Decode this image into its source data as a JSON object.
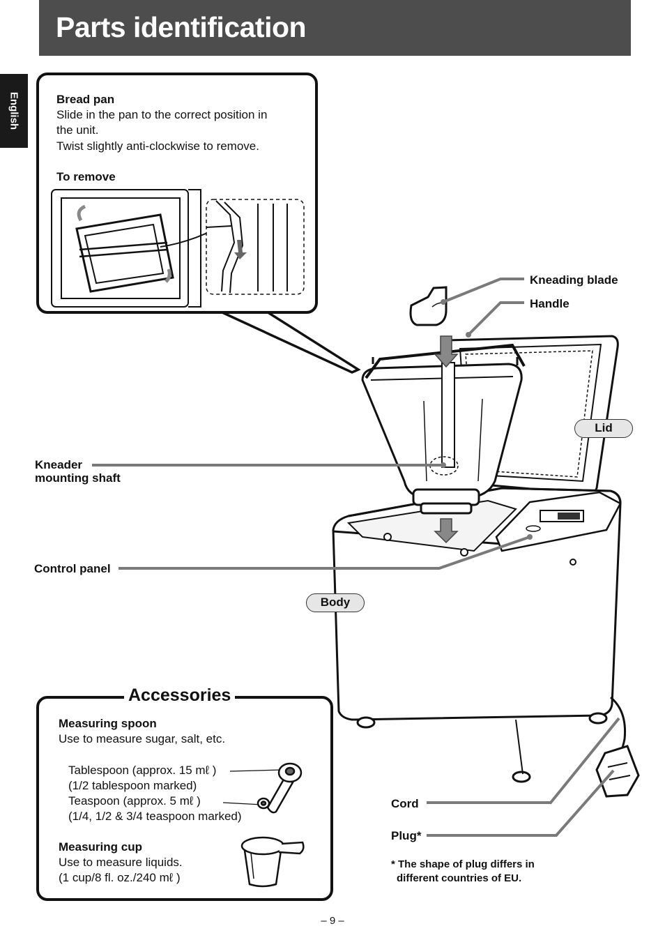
{
  "header": {
    "title": "Parts identification"
  },
  "language_tab": "English",
  "bread_pan_box": {
    "heading": "Bread pan",
    "lines": [
      "Slide in the pan to the correct position in",
      "the unit.",
      "Twist slightly anti-clockwise to remove."
    ],
    "to_remove": "To remove"
  },
  "labels": {
    "kneading_blade": "Kneading blade",
    "handle": "Handle",
    "lid": "Lid",
    "kneader_line1": "Kneader",
    "kneader_line2": "mounting shaft",
    "control_panel": "Control panel",
    "body": "Body",
    "cord": "Cord",
    "plug": "Plug*"
  },
  "plug_note": {
    "line1": "* The shape of plug differs in",
    "line2": "different countries of EU."
  },
  "accessories": {
    "title": "Accessories",
    "spoon_heading": "Measuring spoon",
    "spoon_desc": "Use to measure sugar, salt, etc.",
    "tablespoon": "Tablespoon (approx. 15 mℓ )",
    "tablespoon_marked": "(1/2 tablespoon marked)",
    "teaspoon": "Teaspoon (approx. 5 mℓ )",
    "teaspoon_marked": "(1/4, 1/2 & 3/4 teaspoon marked)",
    "cup_heading": "Measuring cup",
    "cup_desc": "Use to measure liquids.",
    "cup_volume": "(1 cup/8 fl. oz./240 mℓ )"
  },
  "page_number": "– 9 –",
  "colors": {
    "header_bg": "#4d4d4d",
    "leader_line": "#7a7a7a",
    "pill_bg": "#e6e6e6"
  }
}
